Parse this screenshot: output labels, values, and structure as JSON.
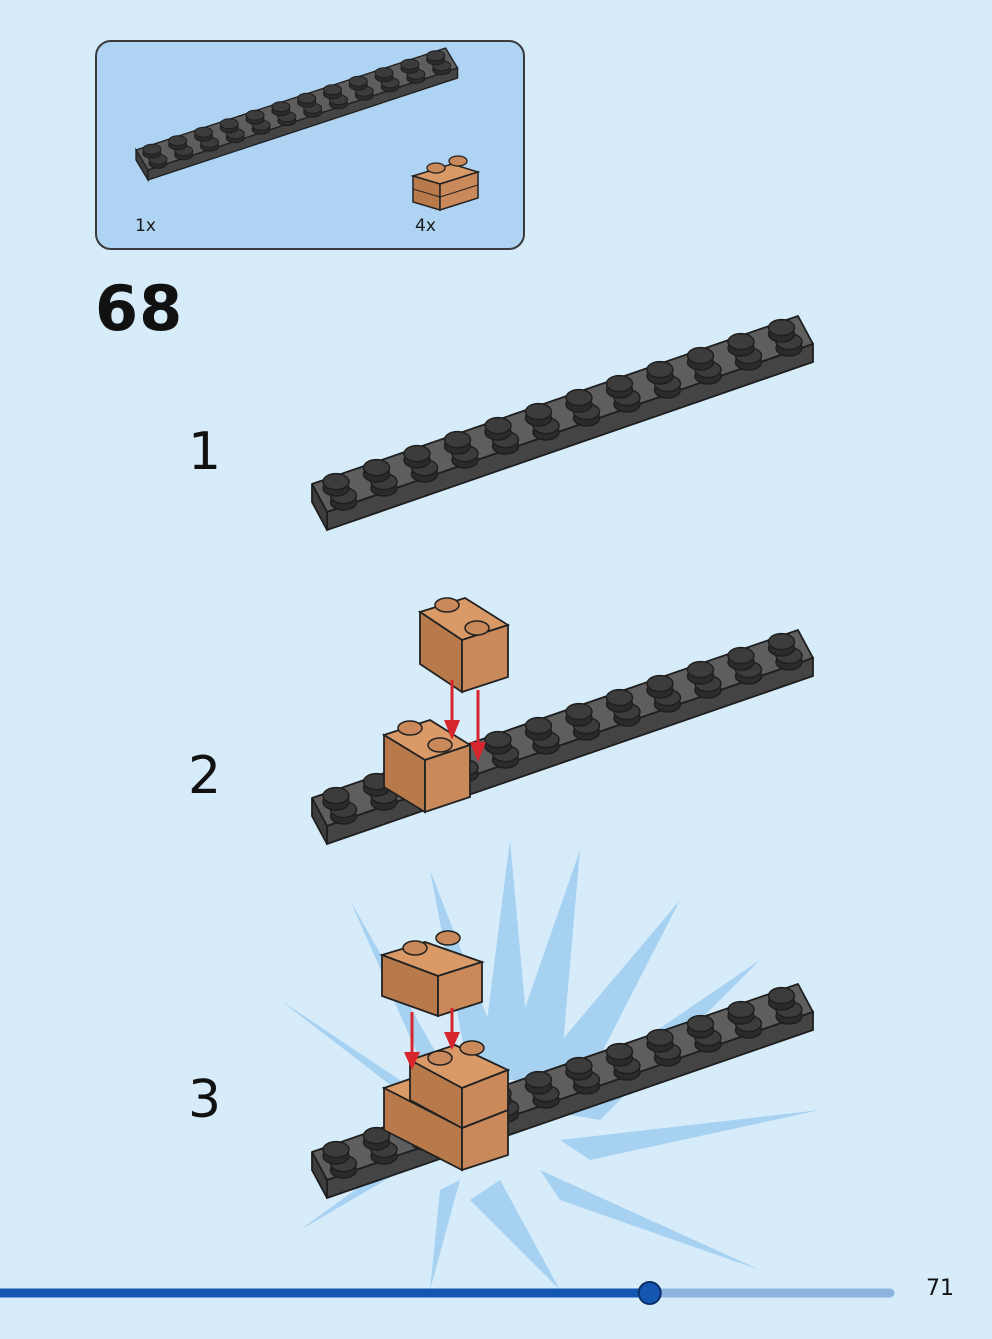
{
  "parts": [
    {
      "qty": "1x",
      "icon": "dark-gray-plate-2x12-icon"
    },
    {
      "qty": "4x",
      "icon": "brown-masonry-brick-1x2-icon"
    }
  ],
  "step_number": "68",
  "substeps": [
    {
      "label": "1"
    },
    {
      "label": "2"
    },
    {
      "label": "3"
    }
  ],
  "page_number": "71",
  "progress": {
    "fraction": 0.73
  },
  "colors": {
    "background": "#d6ecfb",
    "parts_box": "#aed3f3",
    "plate": "#5b5b5b",
    "brick": "#c9895a",
    "arrow": "#d7252d",
    "progress": "#1357b3"
  }
}
